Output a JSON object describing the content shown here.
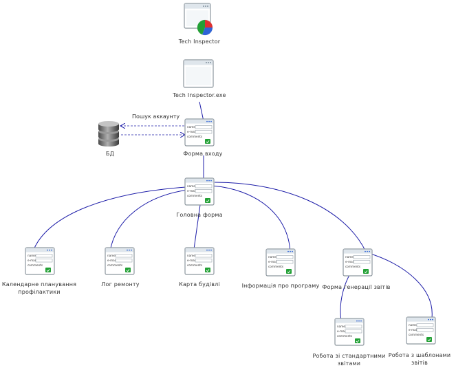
{
  "diagram": {
    "colors": {
      "edge": "#1c1ca8",
      "accent_red": "#e03030",
      "accent_green": "#22a035",
      "accent_blue": "#2f64d8",
      "window_frame": "#8c969e",
      "title_bar": "#dfe6ec"
    },
    "nodes": {
      "tech_inspector": {
        "label": "Tech Inspector",
        "icon": "window-pie-chart-icon"
      },
      "tech_inspector_exe": {
        "label": "Tech Inspector.exe",
        "icon": "window-icon"
      },
      "db": {
        "label": "БД",
        "icon": "database-icon"
      },
      "login_form": {
        "label": "Форма входу",
        "icon": "form-window-icon"
      },
      "main_form": {
        "label": "Головна форма",
        "icon": "form-window-icon"
      },
      "calendar": {
        "label": "Календарне планування профілактики",
        "icon": "form-window-icon"
      },
      "repair_log": {
        "label": "Лог ремонту",
        "icon": "form-window-icon"
      },
      "building_map": {
        "label": "Карта будівлі",
        "icon": "form-window-icon"
      },
      "about": {
        "label": "Інформація про програму",
        "icon": "form-window-icon"
      },
      "reports_form": {
        "label": "Форма генерації звітів",
        "icon": "form-window-icon"
      },
      "std_reports": {
        "label": "Робота зі стандартними звітами",
        "icon": "form-window-icon"
      },
      "tpl_reports": {
        "label": "Робота з шаблонами звітів",
        "icon": "form-window-icon"
      }
    },
    "form_field_labels": [
      "name",
      "e-mail",
      "comments"
    ],
    "edges": {
      "account_search": "Пошук аккаунту"
    }
  }
}
